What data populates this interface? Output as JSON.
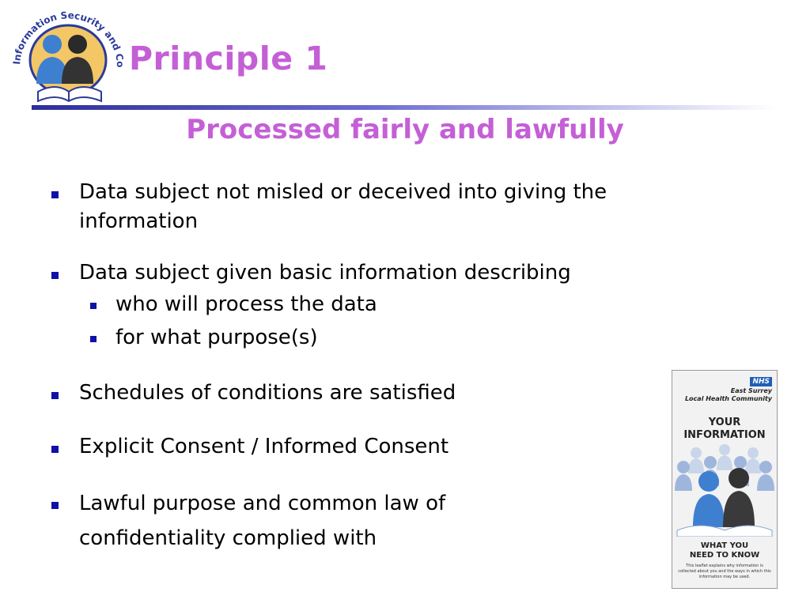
{
  "logo": {
    "text": "Information Security and Confidentiality"
  },
  "slide": {
    "title": "Principle 1",
    "subtitle": "Processed fairly and lawfully",
    "bullets": [
      "Data subject not misled or deceived into giving the information",
      "Data subject given basic information describing",
      "who will process the data",
      "for what purpose(s)",
      "Schedules of conditions are satisfied",
      "Explicit Consent / Informed Consent",
      "Lawful purpose and common law of confidentiality complied with"
    ]
  },
  "leaflet": {
    "badge": "NHS",
    "org_line1": "East Surrey",
    "org_line2": "Local Health Community",
    "headline_line1": "YOUR",
    "headline_line2": "INFORMATION",
    "footer_line1": "WHAT YOU",
    "footer_line2": "NEED TO KNOW",
    "blurb": "This leaflet explains why information is collected about you and the ways in which this information may be used."
  },
  "colors": {
    "title": "#c45fd6",
    "bullet": "#1010a8",
    "rule_dark": "#2e2e9a",
    "logo_ring": "#2a3a9a",
    "logo_fill": "#f3c766"
  },
  "icons": {
    "logo": "people-book-logo-icon",
    "leaflet_art": "people-group-icon"
  }
}
